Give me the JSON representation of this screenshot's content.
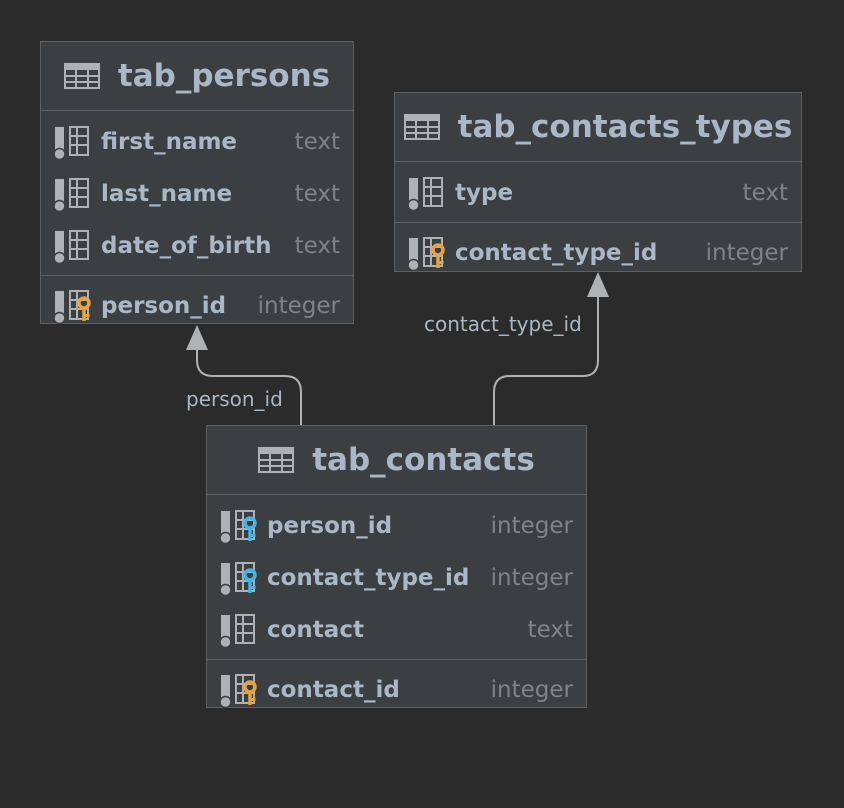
{
  "tables": {
    "persons": {
      "name": "tab_persons",
      "columns": [
        {
          "name": "first_name",
          "type": "text",
          "icon": "column-icon"
        },
        {
          "name": "last_name",
          "type": "text",
          "icon": "column-icon"
        },
        {
          "name": "date_of_birth",
          "type": "text",
          "icon": "column-icon"
        }
      ],
      "primary_key": {
        "name": "person_id",
        "type": "integer",
        "icon": "primary-key-icon"
      }
    },
    "contacts_types": {
      "name": "tab_contacts_types",
      "columns": [
        {
          "name": "type",
          "type": "text",
          "icon": "column-icon"
        }
      ],
      "primary_key": {
        "name": "contact_type_id",
        "type": "integer",
        "icon": "primary-key-icon"
      }
    },
    "contacts": {
      "name": "tab_contacts",
      "columns": [
        {
          "name": "person_id",
          "type": "integer",
          "icon": "foreign-key-icon"
        },
        {
          "name": "contact_type_id",
          "type": "integer",
          "icon": "foreign-key-icon"
        },
        {
          "name": "contact",
          "type": "text",
          "icon": "column-icon"
        }
      ],
      "primary_key": {
        "name": "contact_id",
        "type": "integer",
        "icon": "primary-key-icon"
      }
    }
  },
  "relations": [
    {
      "label": "person_id",
      "from": "tab_contacts",
      "to": "tab_persons"
    },
    {
      "label": "contact_type_id",
      "from": "tab_contacts",
      "to": "tab_contacts_types"
    }
  ],
  "colors": {
    "background": "#2b2b2b",
    "table_fill": "#3c3f41",
    "border": "#5e6163",
    "text": "#a9b7c6",
    "type_text": "#7f8385",
    "primary_key": "#e8a33d",
    "foreign_key": "#3fb8e8"
  }
}
